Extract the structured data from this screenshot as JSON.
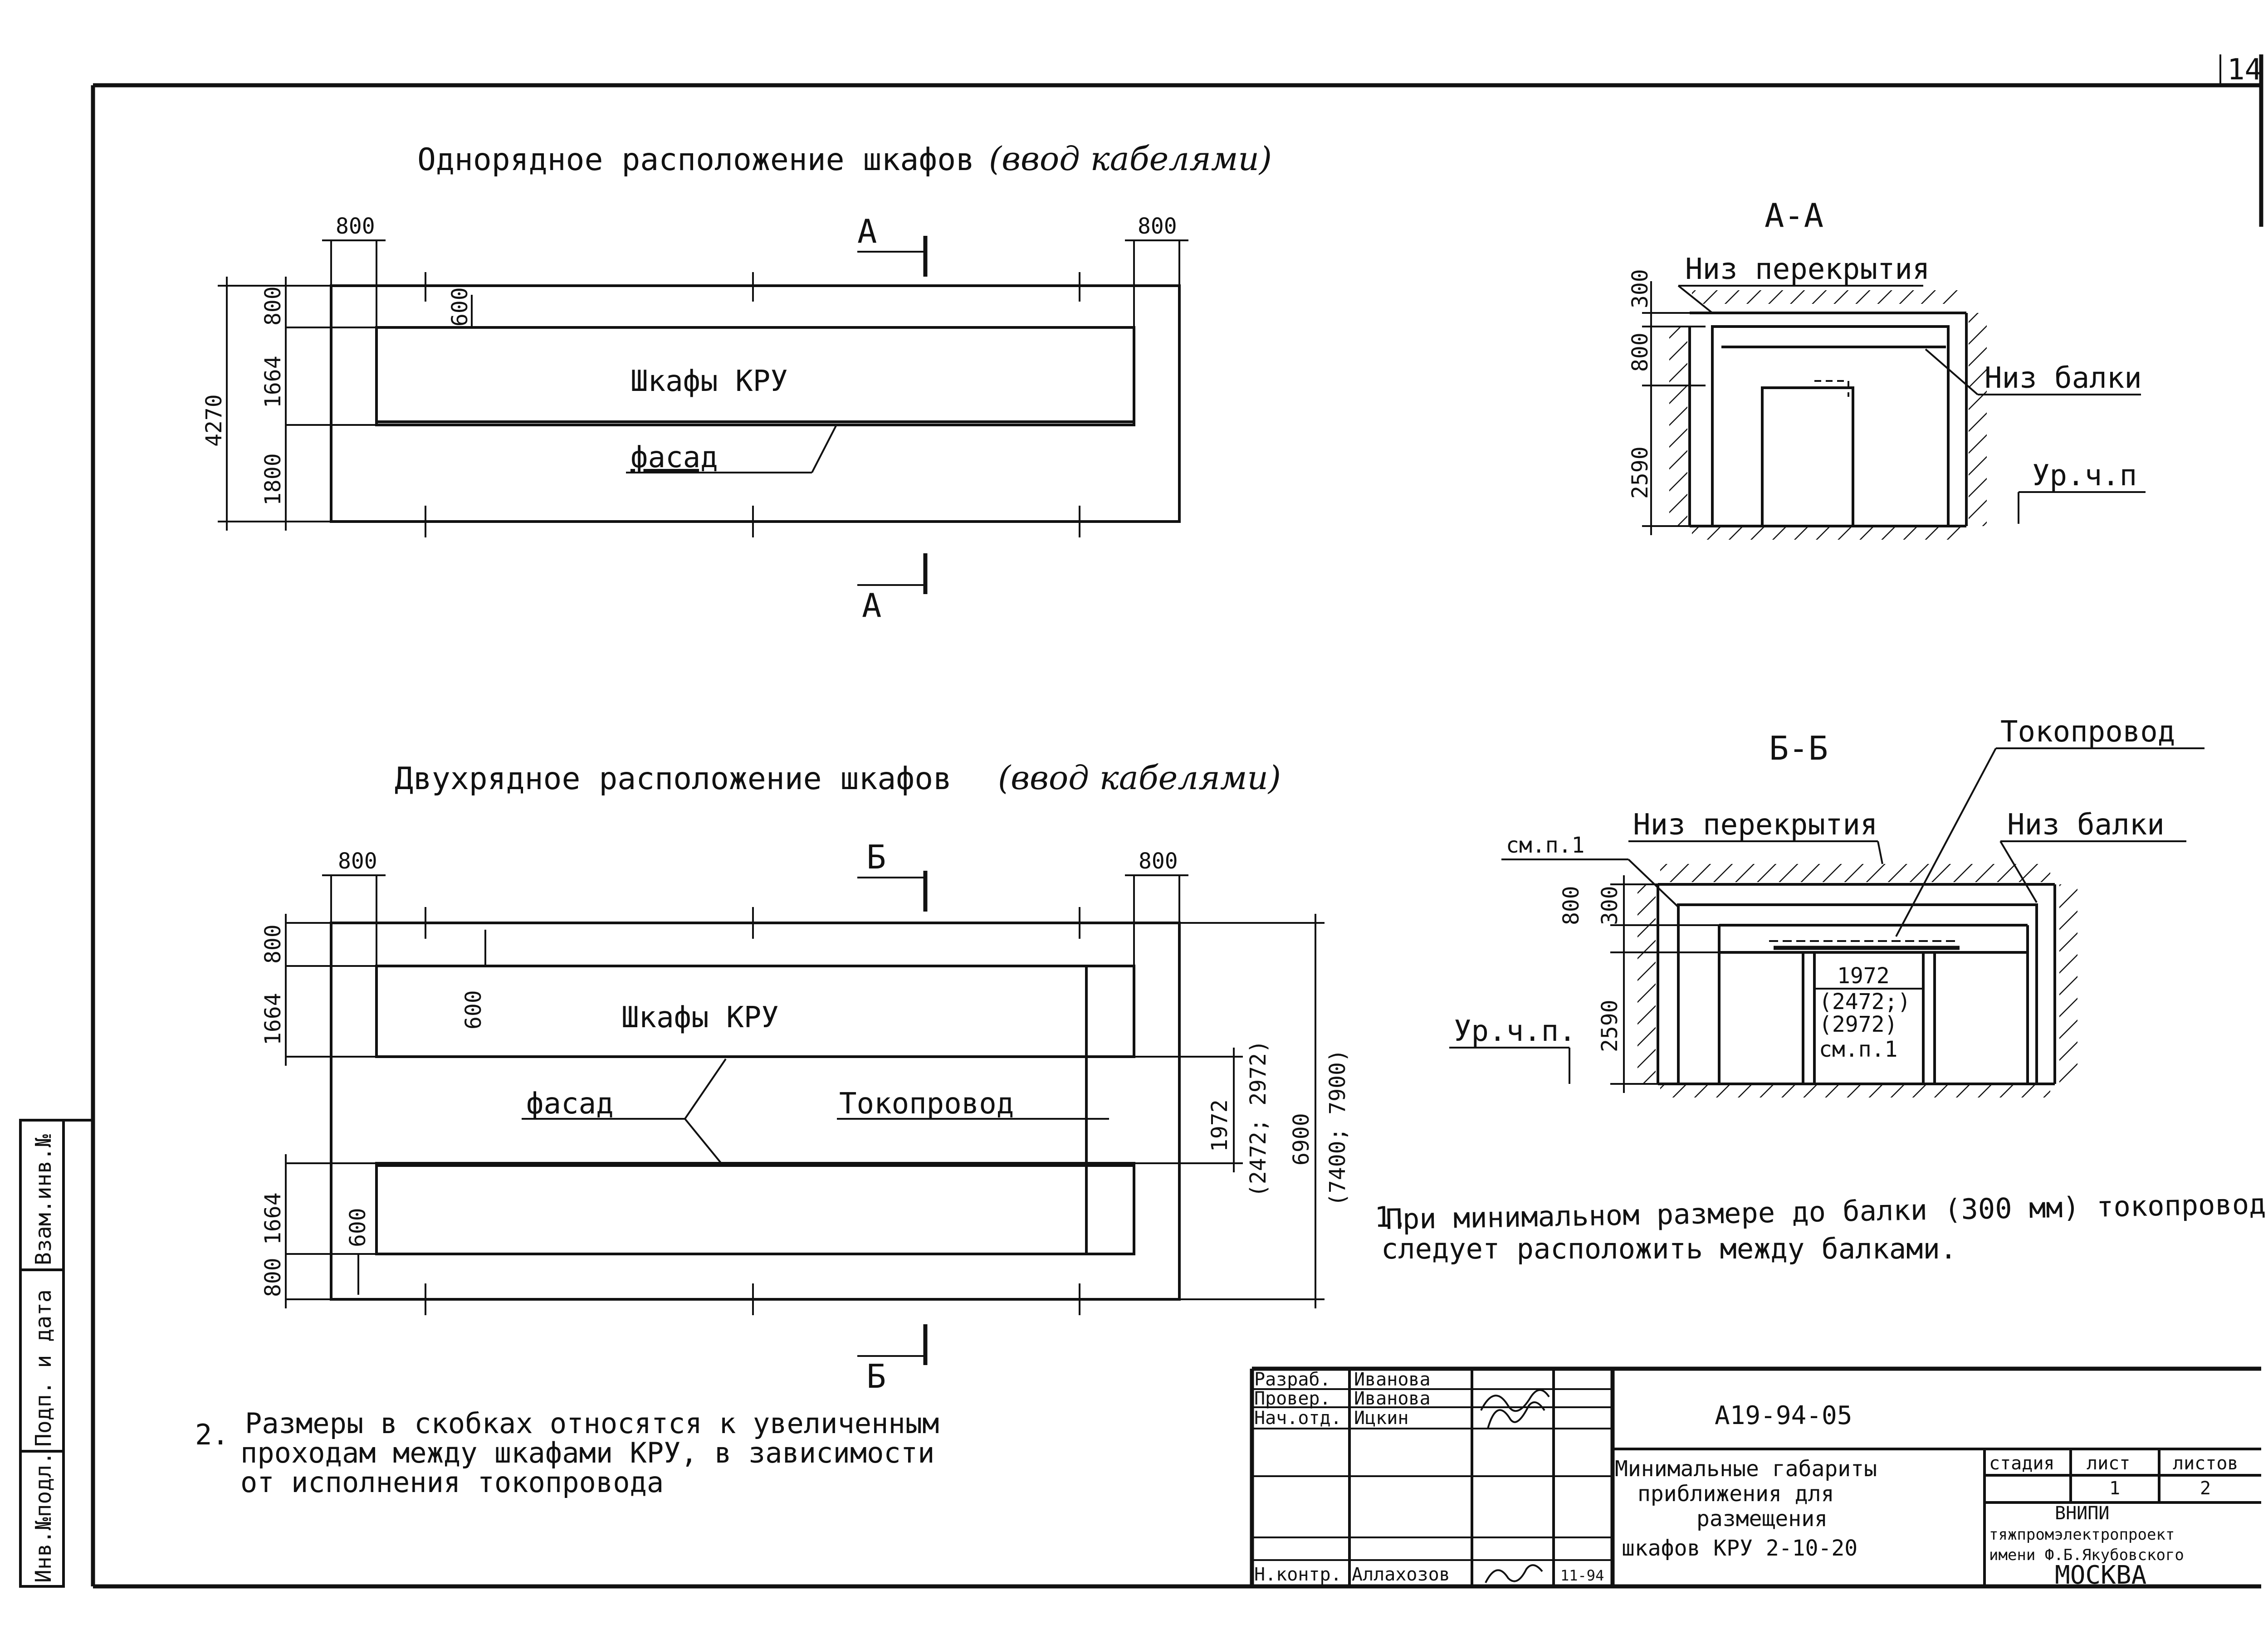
{
  "page_number": "14",
  "diagram1": {
    "title": "Однорядное расположение шкафов",
    "title_suffix": "(ввод кабелями)",
    "section_mark": "А",
    "cabinets_label": "Шкафы КРУ",
    "facade_label": "фасад",
    "dims": {
      "left_top": "800",
      "right_top": "800",
      "inner": "600",
      "v1": "800",
      "v2": "1664",
      "v3": "1800",
      "total": "4270"
    }
  },
  "diagram2": {
    "title": "Двухрядное расположение шкафов",
    "title_suffix": "(ввод кабелями)",
    "section_mark": "Б",
    "cabinets_label": "Шкафы КРУ",
    "facade_label": "фасад",
    "busway_label": "Токопровод",
    "dims": {
      "left_top": "800",
      "right_top": "800",
      "inner_top": "600",
      "inner_bottom": "600",
      "v1": "800",
      "v2": "1664",
      "v3": "1664",
      "v4": "800",
      "gap": "1972",
      "gap_alt": "(2472; 2972)",
      "total": "6900",
      "total_alt": "(7400; 7900)"
    }
  },
  "section_aa": {
    "title": "А-А",
    "floor_slab": "Низ перекрытия",
    "beam": "Низ балки",
    "floor_level": "Ур.ч.п",
    "dims": {
      "d1": "300",
      "d2": "800",
      "d3": "2590"
    }
  },
  "section_bb": {
    "title": "Б-Б",
    "busway": "Токопровод",
    "floor_slab": "Низ перекрытия",
    "beam": "Низ балки",
    "ref_note": "см.п.1",
    "floor_level": "Ур.ч.п.",
    "dims": {
      "d1": "800",
      "d2": "300",
      "d3": "2590",
      "gap": "1972",
      "gap_alt_1": "(2472;)",
      "gap_alt_2": "(2972)",
      "gap_ref": "см.п.1"
    }
  },
  "notes": [
    {
      "number": "1.",
      "lines": [
        "При минимальном размере до балки (300 мм) токопровод",
        "следует расположить между балками."
      ]
    },
    {
      "number": "2.",
      "lines": [
        "Размеры в скобках относятся к увеличенным",
        "проходам между шкафами КРУ, в зависимости",
        "от исполнения токопровода"
      ]
    }
  ],
  "title_block": {
    "doc_number": "А19-94-05",
    "rows": [
      {
        "role": "Разраб.",
        "name": "Иванова"
      },
      {
        "role": "Провер.",
        "name": "Иванова"
      },
      {
        "role": "Нач.отд.",
        "name": "Ицкин"
      },
      {
        "role": "",
        "name": ""
      },
      {
        "role": "",
        "name": ""
      },
      {
        "role": "",
        "name": ""
      },
      {
        "role": "Н.контр.",
        "name": "Аллахозов",
        "date": "11-94"
      }
    ],
    "description_lines": [
      "Минимальные габариты",
      "приближения для",
      "размещения",
      "шкафов КРУ 2-10-20"
    ],
    "stage_label": "стадия",
    "sheet_label": "лист",
    "sheets_label": "листов",
    "sheet_value": "1",
    "sheets_value": "2",
    "org_lines": [
      "ВНИПИ",
      "тяжпромэлектропроект",
      "имени Ф.Б.Якубовского",
      "МОСКВА"
    ]
  },
  "side_stamp": [
    "Инв.№подл.",
    "Подп. и дата",
    "Взам.инв.№"
  ]
}
